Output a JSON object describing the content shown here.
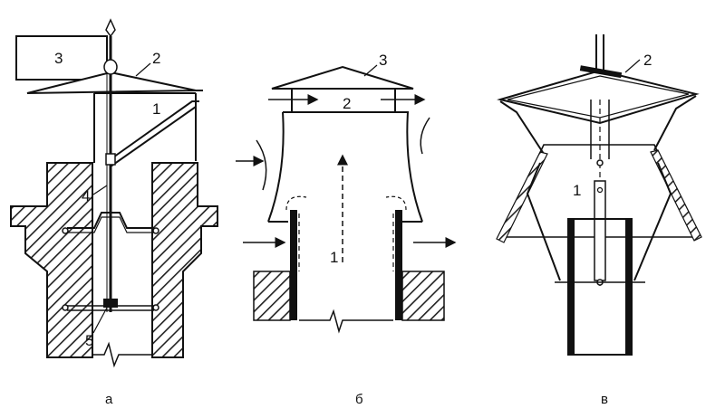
{
  "figures": [
    {
      "caption": "а",
      "labels": [
        "1",
        "2",
        "3",
        "4",
        "5"
      ]
    },
    {
      "caption": "б",
      "labels": [
        "1",
        "2",
        "3"
      ]
    },
    {
      "caption": "в",
      "labels": [
        "1",
        "2"
      ]
    }
  ],
  "colors": {
    "line": "#111111",
    "background": "#ffffff"
  }
}
